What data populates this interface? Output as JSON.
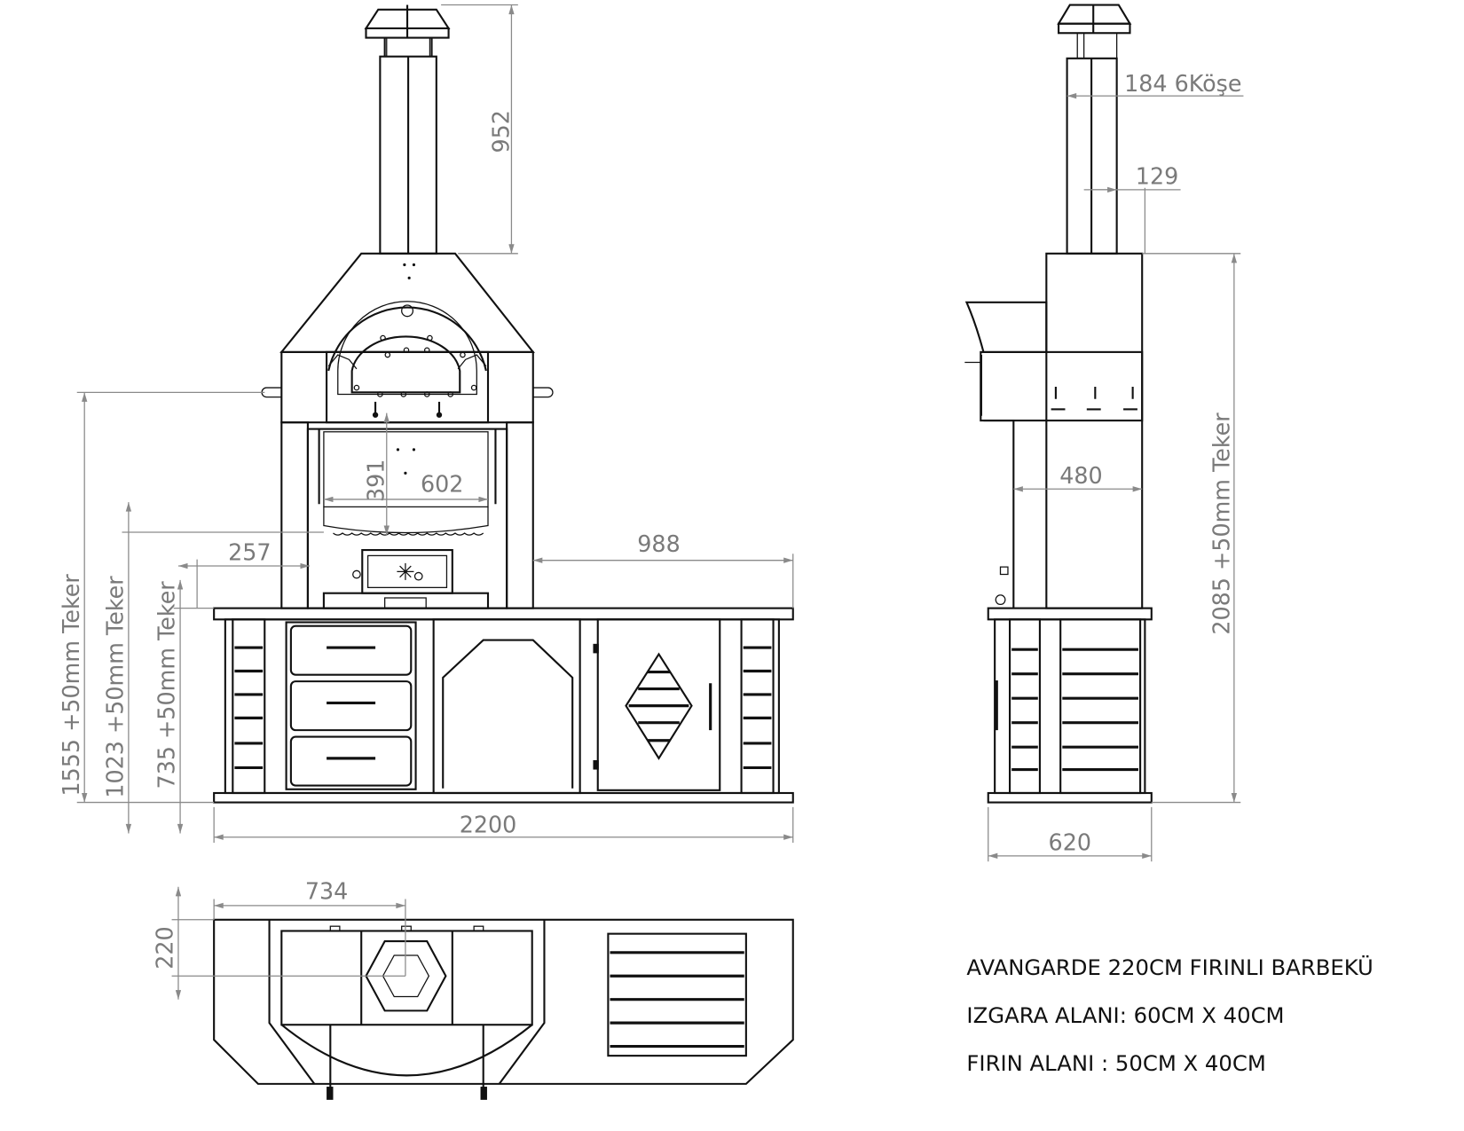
{
  "title_block": {
    "line1": "AVANGARDE 220CM FIRINLI BARBEKÜ",
    "line2": "IZGARA ALANI: 60CM X 40CM",
    "line3": "FIRIN ALANI : 50CM X 40CM"
  },
  "front_view": {
    "chimney_height": "952",
    "overall_width": "2200",
    "right_counter": "988",
    "left_offset": "257",
    "grill_height": "391",
    "grill_width": "602",
    "height_1555": "1555 +50mm Teker",
    "height_1023": "1023 +50mm Teker",
    "height_735": "735 +50mm Teker"
  },
  "side_view": {
    "chimney_size": "184 6Köşe",
    "chimney_inner": "129",
    "depth_upper": "480",
    "depth_total": "620",
    "height_total": "2085 +50mm Teker"
  },
  "top_view": {
    "grill_offset": "734",
    "depth_offset": "220"
  },
  "colors": {
    "line": "#111111",
    "dimension": "#8a8a8a"
  }
}
